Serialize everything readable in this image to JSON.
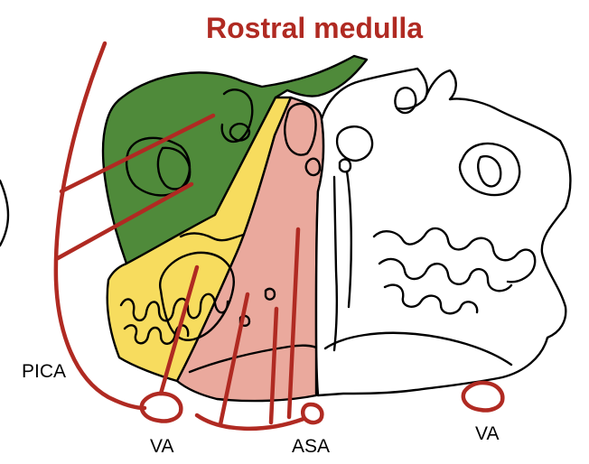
{
  "title": "Rostral medulla",
  "labels": {
    "pica": "PICA",
    "va_left": "VA",
    "asa": "ASA",
    "va_right": "VA"
  },
  "colors": {
    "title": "#b02a22",
    "vessel": "#b02a22",
    "lateral_territory": "#4f8a3a",
    "intermediate_territory": "#f7dc5e",
    "medial_territory": "#eaa99d",
    "outline": "#000000"
  }
}
